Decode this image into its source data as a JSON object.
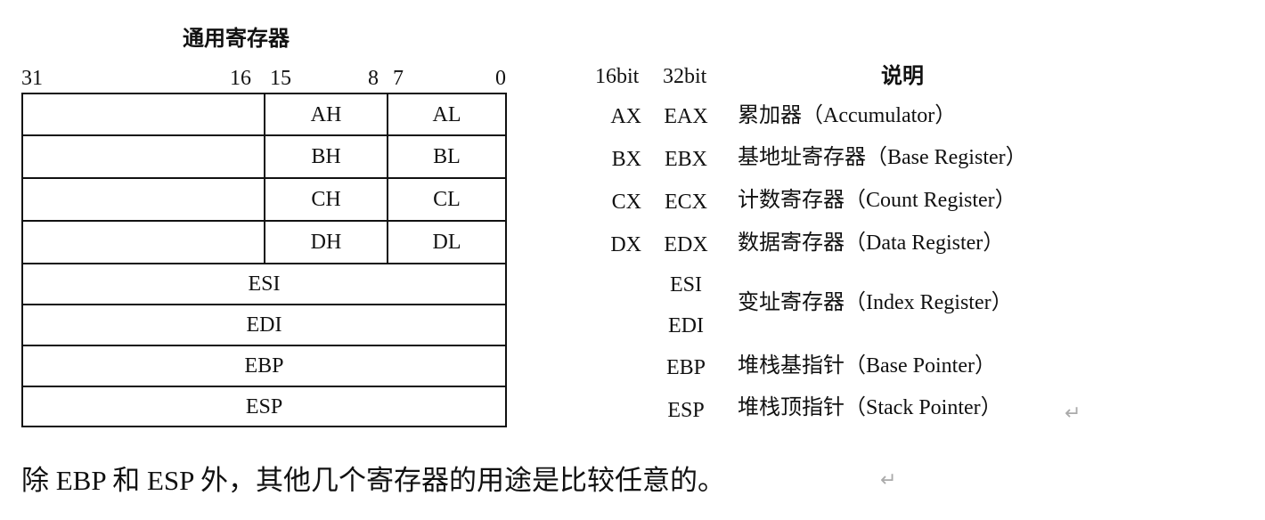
{
  "diagram": {
    "title": "通用寄存器",
    "bit_labels": {
      "b31": "31",
      "b16": "16",
      "b15": "15",
      "b8": "8",
      "b7": "7",
      "b0": "0"
    },
    "headers": {
      "bit16": "16bit",
      "bit32": "32bit",
      "desc": "说明"
    },
    "split_rows": [
      {
        "high": "AH",
        "low": "AL"
      },
      {
        "high": "BH",
        "low": "BL"
      },
      {
        "high": "CH",
        "low": "CL"
      },
      {
        "high": "DH",
        "low": "DL"
      }
    ],
    "full_rows": [
      "ESI",
      "EDI",
      "EBP",
      "ESP"
    ],
    "legend": [
      {
        "r16": "AX",
        "r32": "EAX",
        "desc": "累加器（Accumulator）"
      },
      {
        "r16": "BX",
        "r32": "EBX",
        "desc": "基地址寄存器（Base Register）"
      },
      {
        "r16": "CX",
        "r32": "ECX",
        "desc": "计数寄存器（Count Register）"
      },
      {
        "r16": "DX",
        "r32": "EDX",
        "desc": "数据寄存器（Data Register）"
      },
      {
        "r16": "",
        "r32": "ESI",
        "desc": ""
      },
      {
        "r16": "",
        "r32": "EDI",
        "desc": ""
      },
      {
        "r16": "",
        "r32": "EBP",
        "desc": "堆栈基指针（Base Pointer）"
      },
      {
        "r16": "",
        "r32": "ESP",
        "desc": "堆栈顶指针（Stack Pointer）"
      }
    ],
    "index_desc": "变址寄存器（Index Register）",
    "return_mark": "↵"
  },
  "caption": "除 EBP 和 ESP 外，其他几个寄存器的用途是比较任意的。",
  "caption_mark": "↵"
}
